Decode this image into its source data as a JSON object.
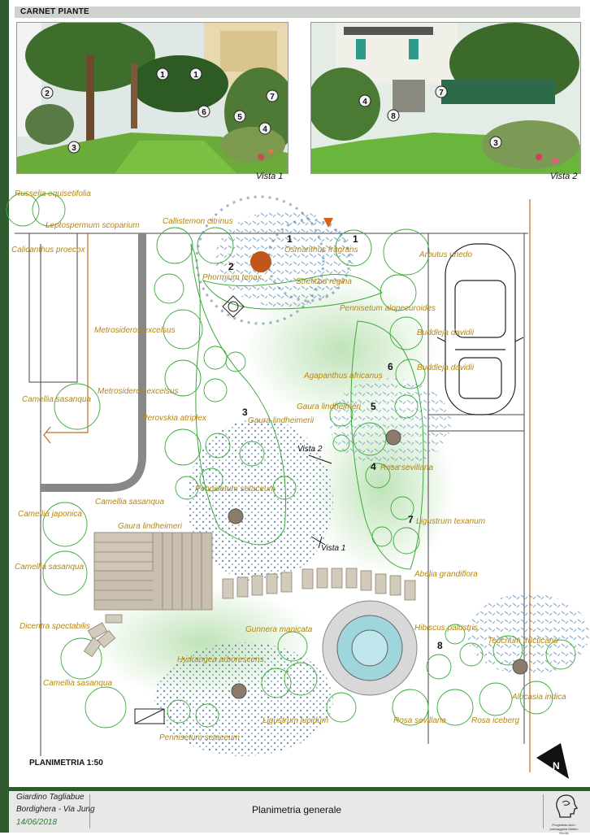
{
  "header": {
    "title": "CARNET PIANTE"
  },
  "photos": [
    {
      "caption": "Vista 1",
      "markers": [
        "1",
        "1",
        "2",
        "3",
        "4",
        "5",
        "6",
        "7"
      ]
    },
    {
      "caption": "Vista 2",
      "markers": [
        "3",
        "4",
        "7",
        "8"
      ]
    }
  ],
  "plan": {
    "scale_label": "PLANIMETRIA 1:50",
    "north_label": "N",
    "zones": [
      "1",
      "1",
      "2",
      "3",
      "4",
      "5",
      "6",
      "7",
      "8"
    ],
    "vistas": [
      "Vista 2",
      "Vista 1"
    ],
    "plants": [
      "Russelia equisetifolia",
      "Leptospermum scoparium",
      "Calicanthus proecox",
      "Callistemon citrinus",
      "Osmanthus fragrans",
      "Arbutus unedo",
      "Phormium tenax",
      "Strelitzia regina",
      "Pennisetum alopecuroides",
      "Metrosideros excelsus",
      "Buddleja davidii",
      "Buddleja davidii",
      "Agapanthus africanus",
      "Camellia sasanqua",
      "Metrosideros excelsus",
      "Gaura lindheimeri",
      "Perovskia atriplex",
      "Gaura lindheimerii",
      "Rosa sevillana",
      "Pennisetum setaceum",
      "Camellia sasanqua",
      "Camellia japonica",
      "Gaura lindheimeri",
      "Ligustrum texanum",
      "Camellia sasanqua",
      "Abelia grandiflora",
      "Dicentra spectabilis",
      "Gunnera manicata",
      "Hibiscus palustris",
      "Teucrium fructicans",
      "Hydrangea arborescens",
      "Camellia sasanqua",
      "Alocasia indica",
      "Ligustrum lucidum",
      "Rosa sevillana",
      "Rosa iceberg",
      "Pennisetum setaceum"
    ]
  },
  "footer": {
    "project": "Giardino Tagliabue",
    "location": "Bordighera - Via Jung",
    "date": "14/06/2018",
    "title": "Planimetria generale",
    "designer": "Progettista Arch. paesaggista Matteo Ercole"
  },
  "colors": {
    "frame": "#2f5a2f",
    "label": "#b8860b",
    "plant_outline": "#3caa3c",
    "path": "#c96a1a",
    "pool": "#9fd6dc"
  }
}
